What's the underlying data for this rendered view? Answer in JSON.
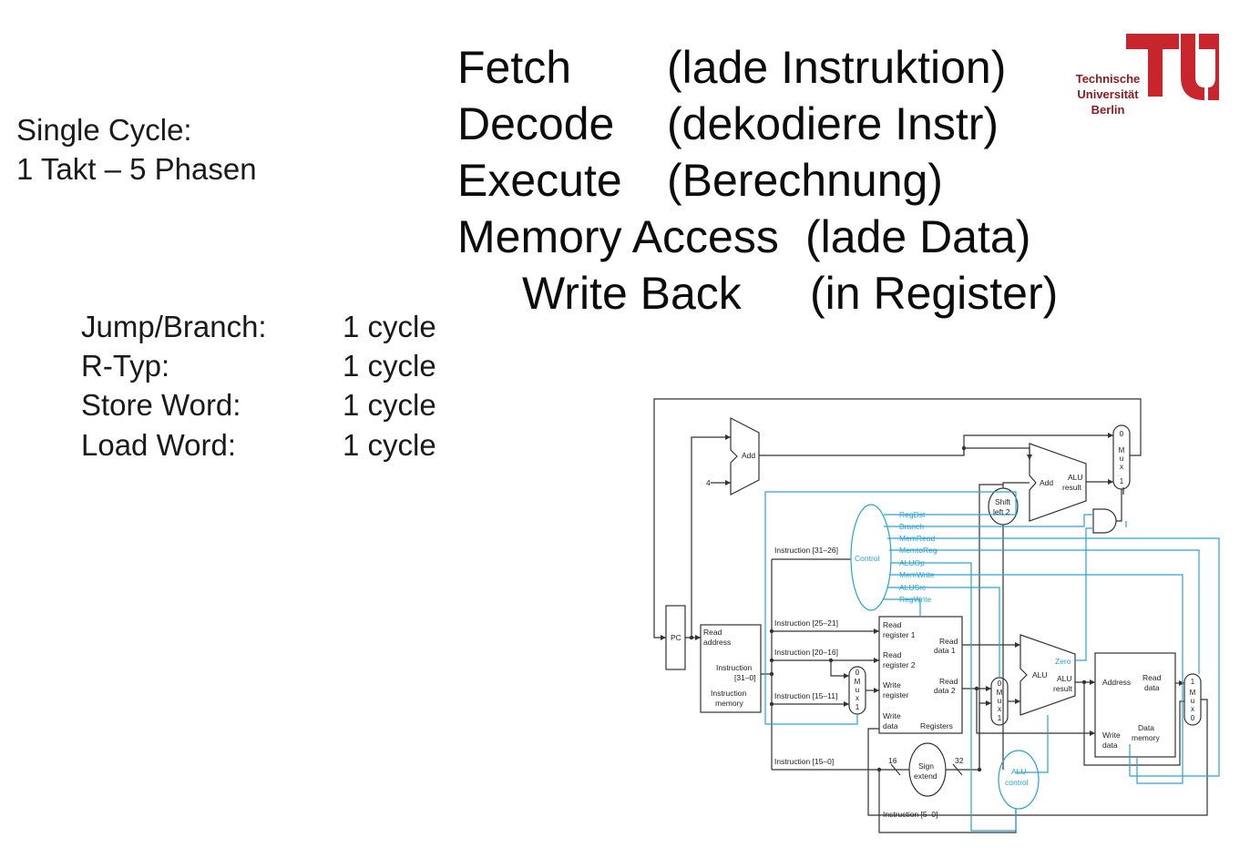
{
  "intro": {
    "line1": "Single Cycle:",
    "line2": "1 Takt – 5 Phasen"
  },
  "phases": [
    {
      "name": "Fetch",
      "desc": "(lade Instruktion)"
    },
    {
      "name": "Decode",
      "desc": "(dekodiere Instr)"
    },
    {
      "name": "Execute",
      "desc": "(Berechnung)"
    },
    {
      "name": "Memory Access",
      "desc": "(lade Data)"
    },
    {
      "name": "Write Back",
      "desc": "(in Register)"
    }
  ],
  "cycles": [
    {
      "type": "Jump/Branch:",
      "value": "1 cycle"
    },
    {
      "type": "R-Typ:",
      "value": "1 cycle"
    },
    {
      "type": "Store Word:",
      "value": "1 cycle"
    },
    {
      "type": "Load Word:",
      "value": "1 cycle"
    }
  ],
  "logo": {
    "line1": "Technische",
    "line2": "Universität",
    "line3": "Berlin",
    "side": "berlin"
  },
  "diagram": {
    "pc": "PC",
    "add": "Add",
    "four": "4",
    "add2": "Add",
    "alu_result_top1": "ALU",
    "alu_result_top2": "result",
    "shift1": "Shift",
    "shift2": "left 2",
    "control": "Control",
    "signals": [
      "RegDst",
      "Branch",
      "MemRead",
      "MemtoReg",
      "ALUOp",
      "MemWrite",
      "ALUSrc",
      "RegWrite"
    ],
    "instr_31_26": "Instruction [31–26]",
    "instr_25_21": "Instruction [25–21]",
    "instr_20_16": "Instruction [20–16]",
    "instr_15_11": "Instruction [15–11]",
    "instr_15_0": "Instruction [15–0]",
    "instr_5_0": "Instruction [5–0]",
    "im_read1": "Read",
    "im_read2": "address",
    "im_instr1": "Instruction",
    "im_instr2": "[31–0]",
    "im_name1": "Instruction",
    "im_name2": "memory",
    "rr1a": "Read",
    "rr1b": "register 1",
    "rr2a": "Read",
    "rr2b": "register 2",
    "wra": "Write",
    "wrb": "register",
    "wda": "Write",
    "wdb": "data",
    "rd1a": "Read",
    "rd1b": "data 1",
    "rd2a": "Read",
    "rd2b": "data 2",
    "registers": "Registers",
    "sign1": "Sign",
    "sign2": "extend",
    "n16": "16",
    "n32": "32",
    "aluc1": "ALU",
    "aluc2": "control",
    "alu": "ALU",
    "zero": "Zero",
    "alures1": "ALU",
    "alures2": "result",
    "dm_addr": "Address",
    "dm_rd1": "Read",
    "dm_rd2": "data",
    "dm_wd1": "Write",
    "dm_wd2": "data",
    "dm_name1": "Data",
    "dm_name2": "memory",
    "mux_letters": [
      "M",
      "u",
      "x"
    ],
    "zero_label": "0",
    "one_label": "1"
  },
  "colors": {
    "control": "#29a3d6",
    "wire": "#333333",
    "logo": "#c8262c"
  }
}
